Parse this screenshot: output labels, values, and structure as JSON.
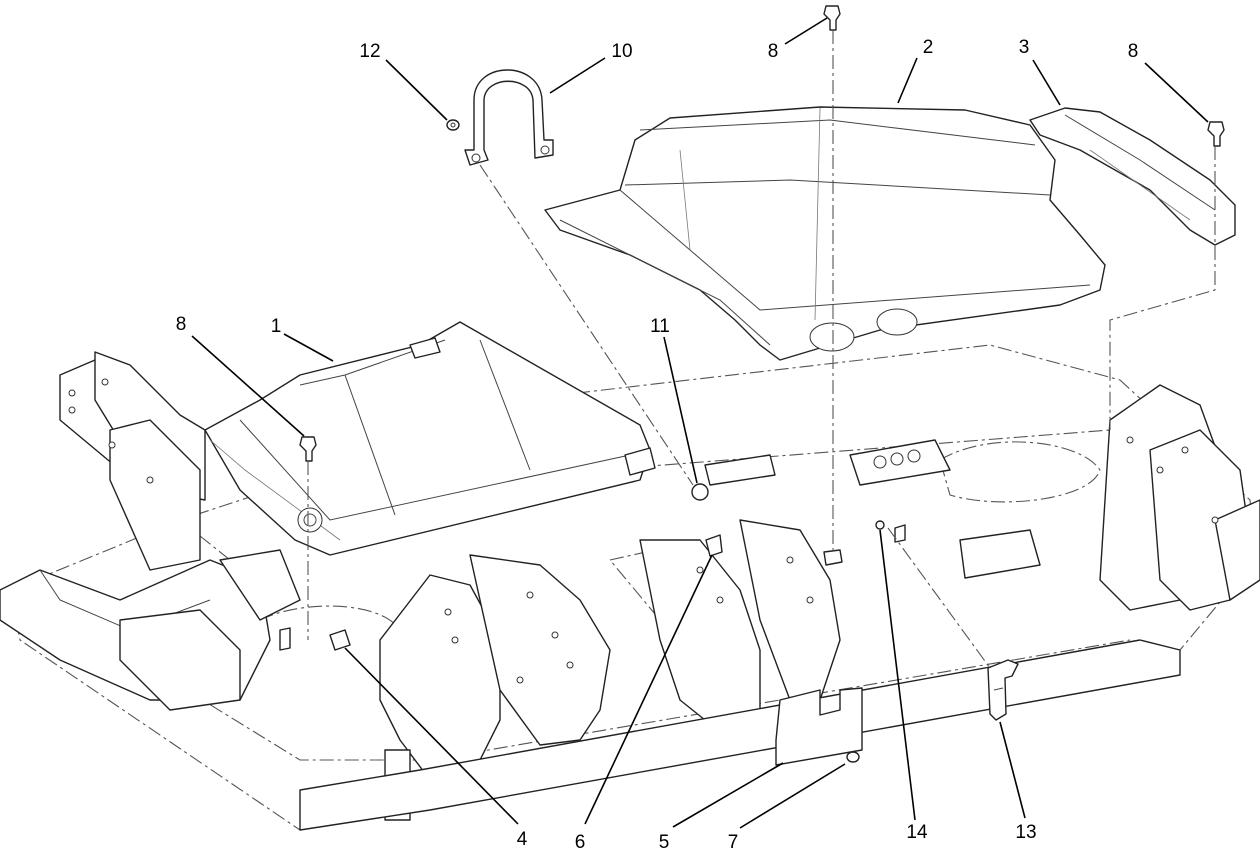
{
  "callouts": [
    {
      "id": "callout-1",
      "label": "1"
    },
    {
      "id": "callout-2",
      "label": "2"
    },
    {
      "id": "callout-3",
      "label": "3"
    },
    {
      "id": "callout-4",
      "label": "4"
    },
    {
      "id": "callout-5",
      "label": "5"
    },
    {
      "id": "callout-6",
      "label": "6"
    },
    {
      "id": "callout-7",
      "label": "7"
    },
    {
      "id": "callout-8a",
      "label": "8"
    },
    {
      "id": "callout-8b",
      "label": "8"
    },
    {
      "id": "callout-8c",
      "label": "8"
    },
    {
      "id": "callout-10",
      "label": "10"
    },
    {
      "id": "callout-11",
      "label": "11"
    },
    {
      "id": "callout-12",
      "label": "12"
    },
    {
      "id": "callout-13",
      "label": "13"
    },
    {
      "id": "callout-14",
      "label": "14"
    }
  ]
}
